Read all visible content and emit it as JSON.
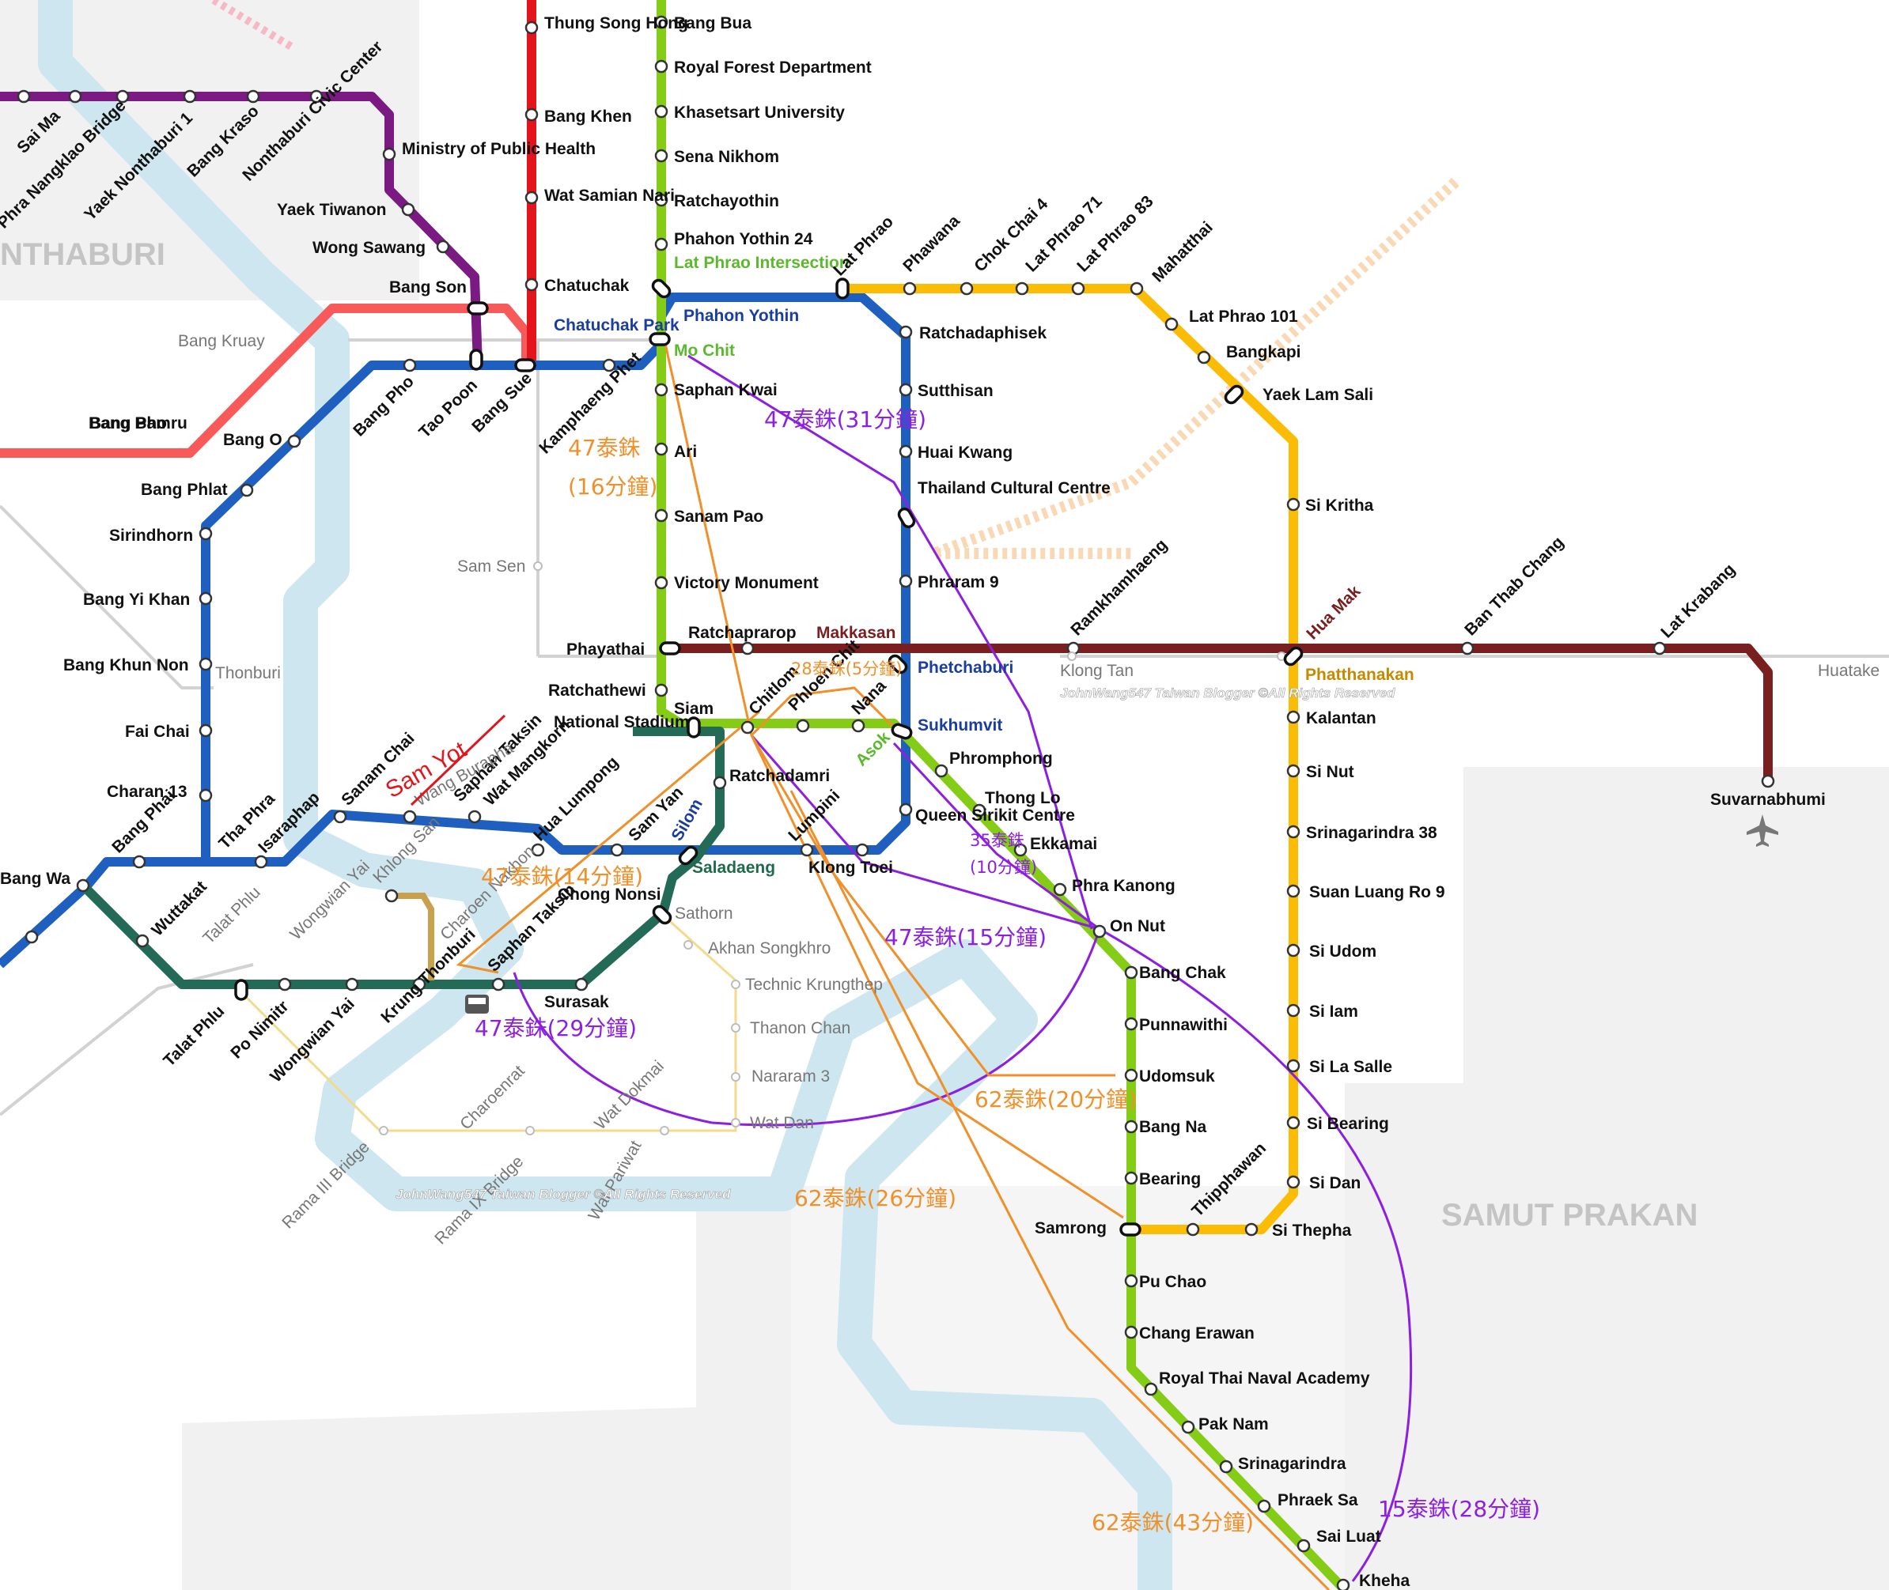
{
  "regions": {
    "nonthaburi": "NTHABURI",
    "samut_prakan": "SAMUT PRAKAN"
  },
  "watermark": "JohnWang547 Taiwan Blogger ©All Rights Reserved",
  "airport": "Suvarnabhumi",
  "annotation": "Sam Yot",
  "colors": {
    "purple_line": "#7a1a82",
    "red_line": "#e3141c",
    "light_red_line": "#f85a5a",
    "blue_line": "#1f5fbf",
    "light_green_line": "#84cc16",
    "green_line": "#5cb82c",
    "dark_green_line": "#236b57",
    "yellow_line": "#fbbc05",
    "maroon_line": "#7a1f1f",
    "gold_line": "#c9a04c",
    "river": "#cde6ef",
    "route_orange": "#f0902a",
    "route_purple": "#8c1fe0"
  },
  "stations": {
    "purple": [
      "Sai Ma",
      "Phra Nangklao Bridge",
      "Yaek Nonthaburi 1",
      "Bang Kraso",
      "Nonthaburi Civic Center",
      "Ministry of Public Health",
      "Yaek Tiwanon",
      "Wong Sawang",
      "Bang Son",
      "Tao Poon"
    ],
    "red": [
      "Thung Song Hong",
      "Bang Khen",
      "Wat Samian Nari",
      "Chatuchak",
      "Bang Sue"
    ],
    "light_red": [
      "Bang Bamru"
    ],
    "blue_north": [
      "Bang Pho",
      "Bang O",
      "Bang Phlat",
      "Sirindhorn",
      "Bang Yi Khan",
      "Bang Khun Non",
      "Fai Chai",
      "Charan 13",
      "Tha Phra",
      "Bang Phai",
      "Bang Wa",
      "Isaraphap",
      "Sanam Chai",
      "Wat Mangkorn",
      "Hua Lumpong",
      "Sam Yan",
      "Silom",
      "Lumpini",
      "Klong Toei",
      "Queen Sirikit Centre",
      "Sukhumvit",
      "Phetchaburi",
      "Phraram 9",
      "Thailand Cultural Centre",
      "Huai Kwang",
      "Sutthisan",
      "Ratchadaphisek",
      "Lat Phrao",
      "Phahon Yothin",
      "Chatuchak Park",
      "Kamphaeng Phet"
    ],
    "green": [
      "Bang Bua",
      "Royal Forest Department",
      "Khasetsart University",
      "Sena Nikhom",
      "Ratchayothin",
      "Phahon Yothin 24",
      "Lat Phrao Intersection",
      "Mo Chit",
      "Saphan Kwai",
      "Ari",
      "Sanam Pao",
      "Victory Monument",
      "Phayathai",
      "Ratchathewi",
      "Siam",
      "National Stadium",
      "Ratchadamri",
      "Saladaeng",
      "Chong Nonsi",
      "Sathorn",
      "Surasak",
      "Saphan Taksin",
      "Krung Thonburi",
      "Wongwian Yai",
      "Po Nimitr",
      "Talat Phlu",
      "Wuttakat"
    ],
    "light_green": [
      "Chitlom",
      "Phloen Chit",
      "Nana",
      "Asok",
      "Phromphong",
      "Thong Lo",
      "Ekkamai",
      "Phra Kanong",
      "On Nut",
      "Bang Chak",
      "Punnawithi",
      "Udomsuk",
      "Bang Na",
      "Bearing",
      "Samrong",
      "Pu Chao",
      "Chang Erawan",
      "Royal Thai Naval Academy",
      "Pak Nam",
      "Srinagarindra",
      "Phraek Sa",
      "Sai Luat",
      "Kheha"
    ],
    "yellow": [
      "Phawana",
      "Chok Chai 4",
      "Lat Phrao 71",
      "Lat Phrao 83",
      "Mahatthai",
      "Lat Phrao 101",
      "Bangkapi",
      "Yaek Lam Sali",
      "Si Kritha",
      "Hua Mak",
      "Kalantan",
      "Si Nut",
      "Srinagarindra 38",
      "Suan Luang Ro 9",
      "Si Udom",
      "Si Iam",
      "Si La Salle",
      "Si Bearing",
      "Si Dan",
      "Si Thepha",
      "Thipphawan"
    ],
    "maroon": [
      "Ratchaprarop",
      "Makkasan",
      "Ramkhamhaeng",
      "Ban Thab Chang",
      "Lat Krabang",
      "Phatthanakan"
    ],
    "gold": [
      "Khlong San",
      "Charoen Nakhon"
    ],
    "grey": [
      "Bang Kruay",
      "Sam Sen",
      "Thonburi",
      "Klong Tan",
      "Huatake",
      "Akhan Songkhro",
      "Technic Krungthep",
      "Thanon Chan",
      "Nararam 3",
      "Wat Dan",
      "Charoenrat",
      "Wat Dokmai",
      "Rama III Bridge",
      "Rama IX Bridge",
      "Wat Pariwat",
      "Talat Phlu",
      "Wongwian Yai",
      "Wang Burapha"
    ]
  },
  "routes": [
    {
      "label": "47泰銖(31分鐘)",
      "color": "purple"
    },
    {
      "label": "47泰銖",
      "color": "orange"
    },
    {
      "label": "(16分鐘)",
      "color": "orange"
    },
    {
      "label": "28泰銖(5分鐘)",
      "color": "orange"
    },
    {
      "label": "35泰銖",
      "color": "purple"
    },
    {
      "label": "(10分鐘)",
      "color": "purple"
    },
    {
      "label": "47泰銖(14分鐘)",
      "color": "orange"
    },
    {
      "label": "47泰銖(15分鐘)",
      "color": "purple"
    },
    {
      "label": "47泰銖(29分鐘)",
      "color": "purple"
    },
    {
      "label": "62泰銖(20分鐘)",
      "color": "orange"
    },
    {
      "label": "62泰銖(26分鐘)",
      "color": "orange"
    },
    {
      "label": "62泰銖(43分鐘)",
      "color": "orange"
    },
    {
      "label": "15泰銖(28分鐘)",
      "color": "purple"
    }
  ]
}
